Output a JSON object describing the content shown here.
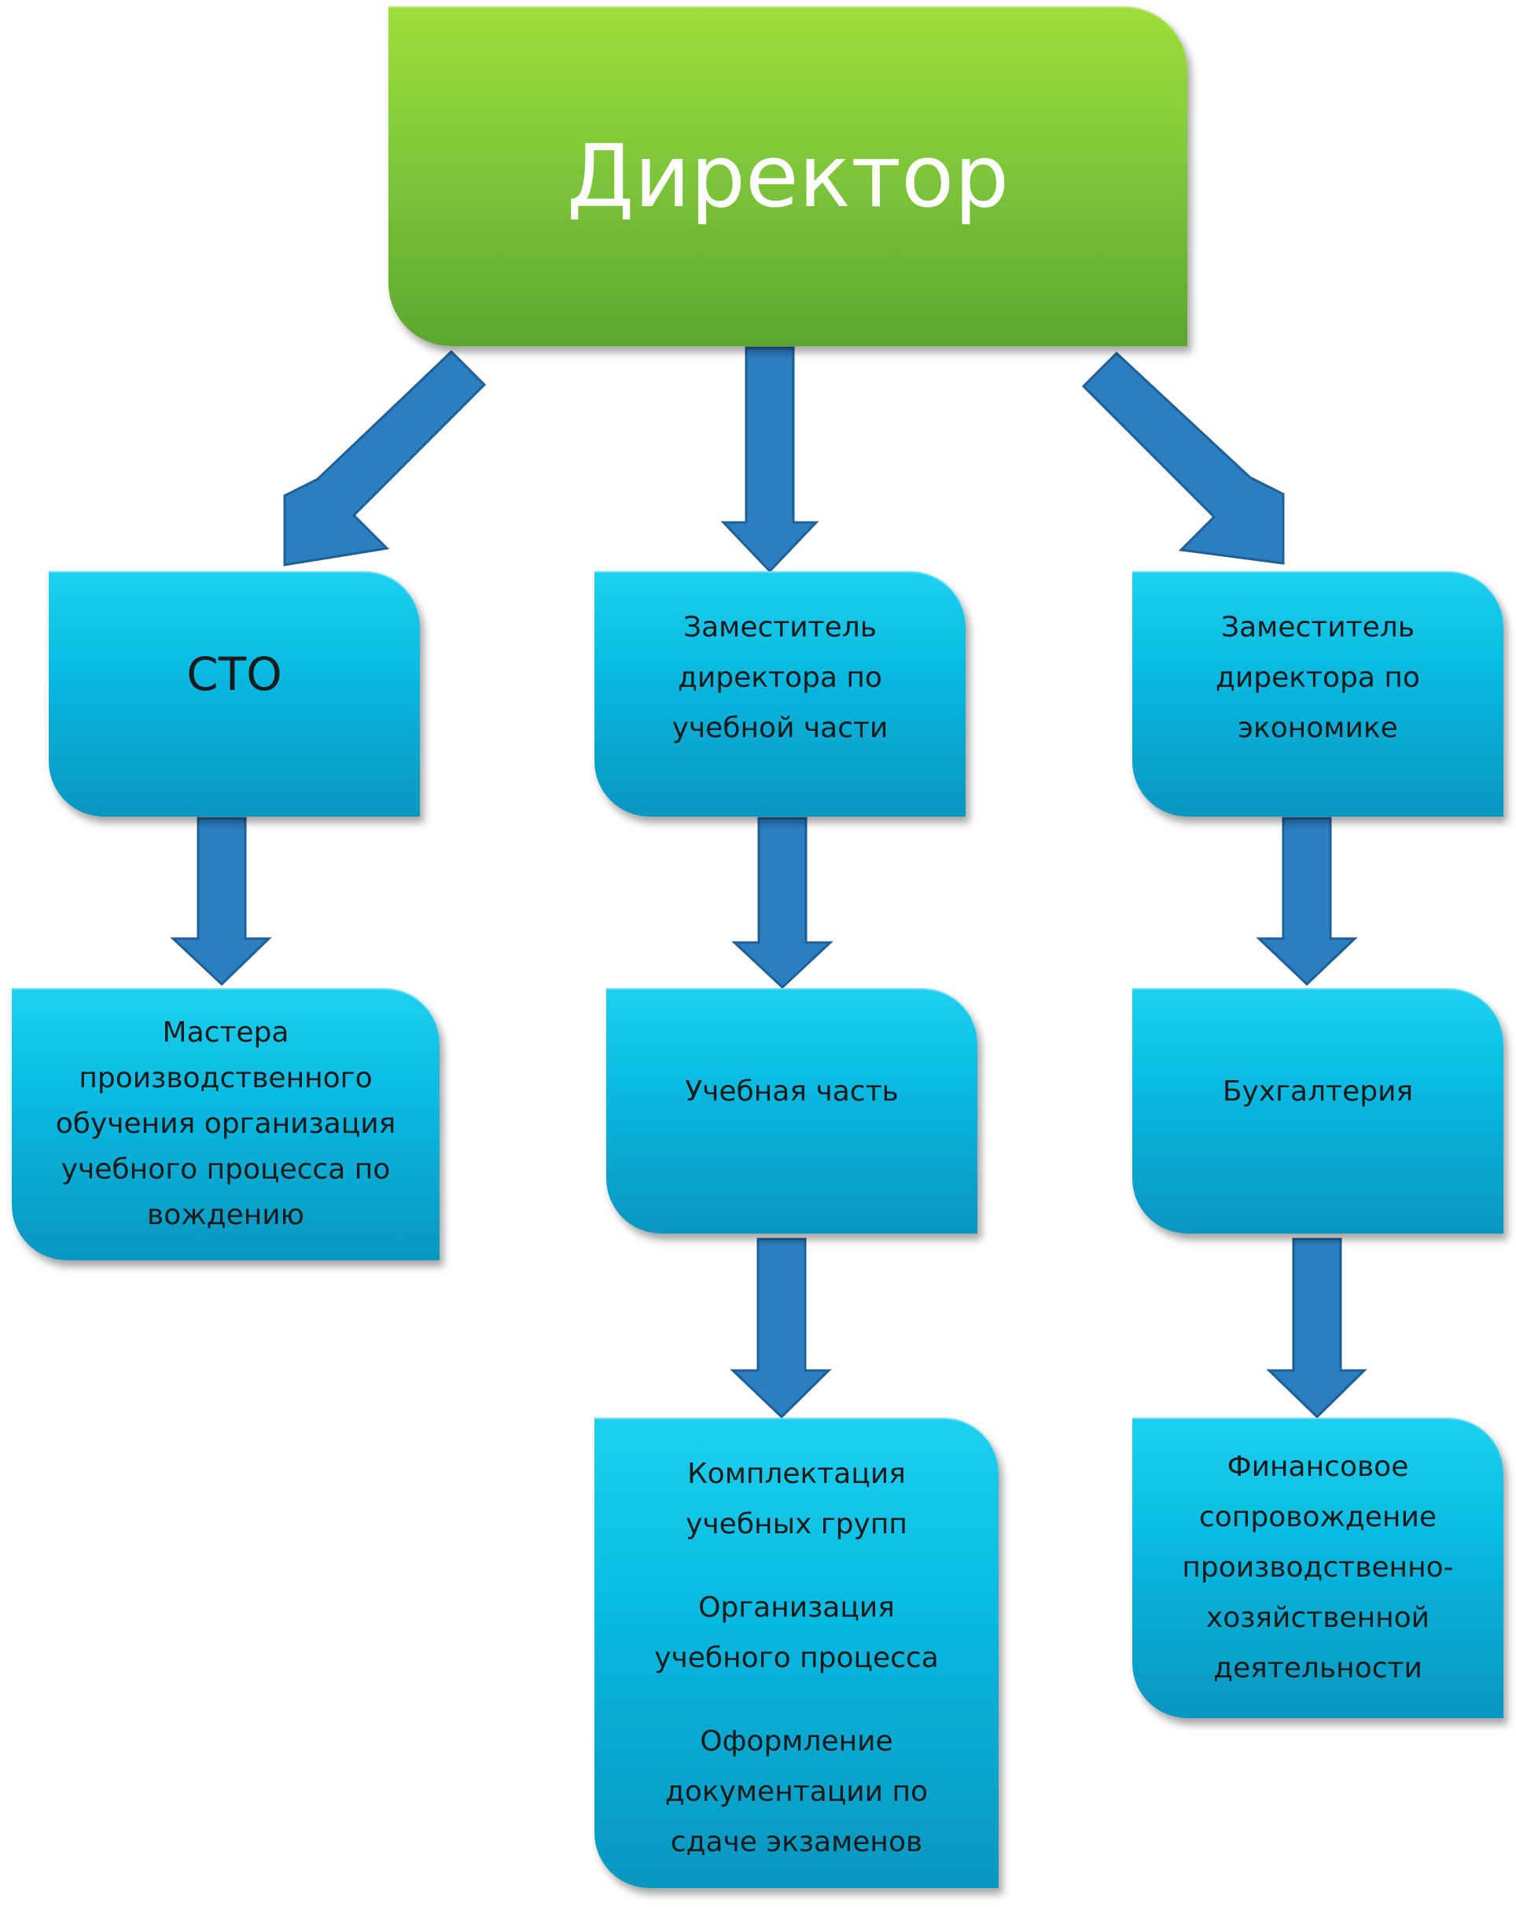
{
  "title": "Директор",
  "branches": {
    "cto": {
      "label": "СТО",
      "child": "Мастера\nпроизводственного\nобучения организация\nучебного процесса по\nвождению"
    },
    "academic": {
      "label": "Заместитель\nдиректора по\nучебной части",
      "child": "Учебная часть",
      "grandchild": [
        "Комплектация\nучебных групп",
        "Организация\nучебного процесса",
        "Оформление\nдокументации по\nсдаче экзаменов"
      ]
    },
    "economy": {
      "label": "Заместитель\nдиректора по\nэкономике",
      "child": "Бухгалтерия",
      "grandchild": "Финансовое\nсопровождение\nпроизводственно-\nхозяйственной\nдеятельности"
    }
  },
  "colors": {
    "director": "#80c83a",
    "box": "#08b7df",
    "arrow": "#2b7fc1"
  }
}
